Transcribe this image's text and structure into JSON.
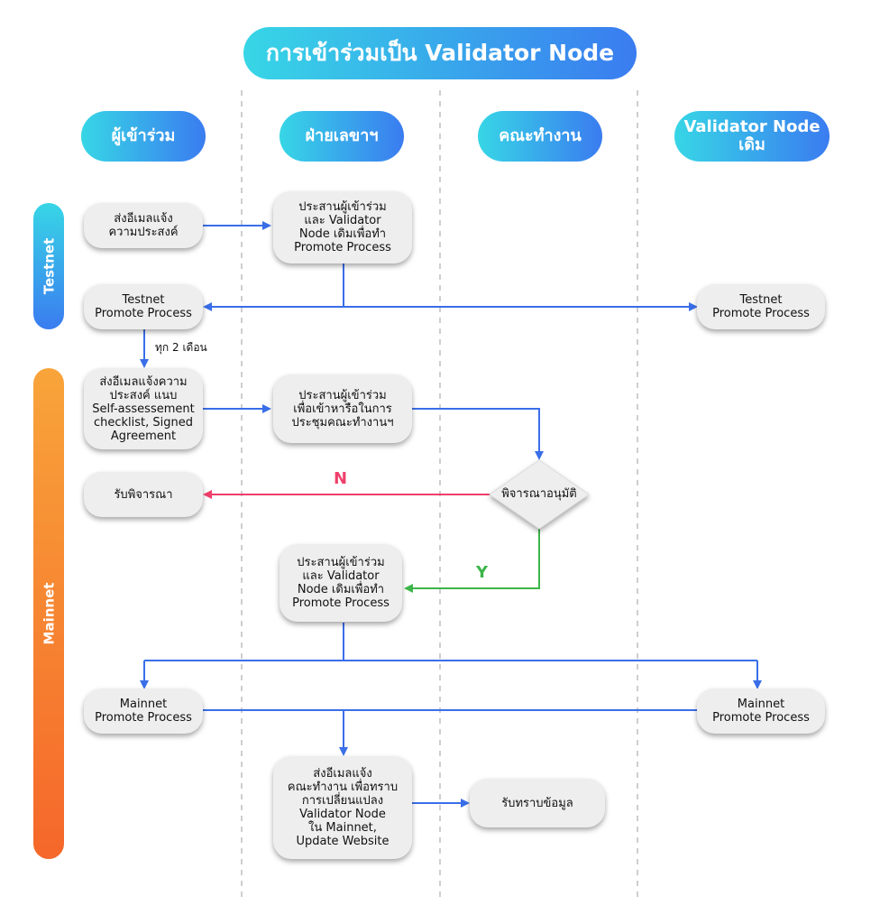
{
  "title": "การเข้าร่วมเป็น Validator Node",
  "lanes": [
    "ผู้เข้าร่วม",
    "ฝ่ายเลขาฯ",
    "คณะทำงาน",
    "Validator Node\nเดิม"
  ],
  "sections": {
    "testnet": "Testnet",
    "mainnet": "Mainnet"
  },
  "nodes": {
    "send_intent": "ส่งอีเมลแจ้ง\nความประสงค์",
    "coord_promote_1": "ประสานผู้เข้าร่วม\nและ Validator\nNode เดิมเพื่อทำ\nPromote Process",
    "testnet_left": "Testnet\nPromote Process",
    "testnet_right": "Testnet\nPromote Process",
    "send_checklist": "ส่งอีเมลแจ้งความ\nประสงค์ แนบ\nSelf-assessement\nchecklist, Signed\nAgreement",
    "coord_meeting": "ประสานผู้เข้าร่วม\nเพื่อเข้าหารือในการ\nประชุมคณะทำงานฯ",
    "decision": "พิจารณาอนุมัติ",
    "reconsider": "รับพิจารณา",
    "coord_promote_2": "ประสานผู้เข้าร่วม\nและ Validator\nNode เดิมเพื่อทำ\nPromote Process",
    "mainnet_left": "Mainnet\nPromote Process",
    "mainnet_right": "Mainnet\nPromote Process",
    "notify_team": "ส่งอีเมลแจ้ง\nคณะทำงาน เพื่อทราบ\nการเปลี่ยนแปลง\nValidator Node\nใน Mainnet,\nUpdate Website",
    "acknowledge": "รับทราบข้อมูล"
  },
  "labels": {
    "every_2_months": "ทุก 2 เดือน",
    "no": "N",
    "yes": "Y"
  },
  "colors": {
    "flow": "#3a6ee8",
    "no": "#ef3f6a",
    "yes": "#3cb54a",
    "lane_divider": "#bdbdbd"
  }
}
